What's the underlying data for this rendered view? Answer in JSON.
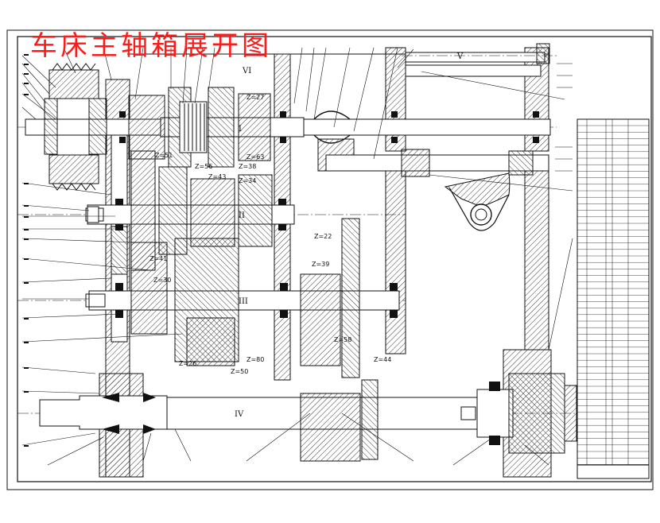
{
  "title": "车床主轴箱展开图",
  "shaft_labels": [
    "VI",
    "I",
    "V",
    "II",
    "III",
    "IV"
  ],
  "gear_tags": [
    "Z=51",
    "Z=56",
    "Z=38",
    "Z=43",
    "Z=34",
    "Z=41",
    "Z=30",
    "Z=22",
    "Z=39",
    "Z=58",
    "Z=26",
    "Z=50",
    "Z=80",
    "Z=44",
    "Z=63",
    "Z=27"
  ],
  "colors": {
    "title": "#ff1a1a",
    "line": "#111111",
    "hatch": "#222222"
  }
}
